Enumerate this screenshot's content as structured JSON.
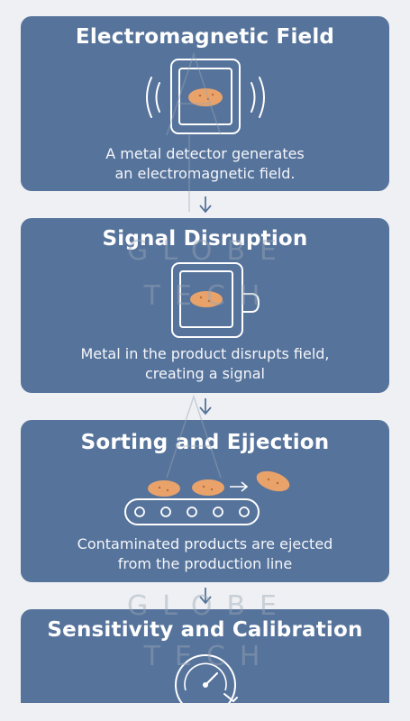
{
  "steps": [
    {
      "title": "Electromagnetic Field",
      "text_line1": "A metal detector generates",
      "text_line2": "an electromagnetic field.",
      "icon": "metal-detector-field-icon"
    },
    {
      "title": "Signal Disruption",
      "text_line1": "Metal in the product disrupts field,",
      "text_line2": "creating a signal",
      "icon": "detector-signal-icon"
    },
    {
      "title": "Sorting and Ejjection",
      "text_line1": "Contaminated products are ejected",
      "text_line2": "from the production line",
      "icon": "conveyor-ejection-icon"
    },
    {
      "title": "Sensitivity and Calibration",
      "icon": "gauge-calibration-icon"
    }
  ],
  "watermark": {
    "word1": "GLOBE",
    "word2": "TECH"
  },
  "colors": {
    "card": "#56739b",
    "product": "#e8a26a",
    "arrow": "#56739b",
    "background": "#eef0f3"
  }
}
